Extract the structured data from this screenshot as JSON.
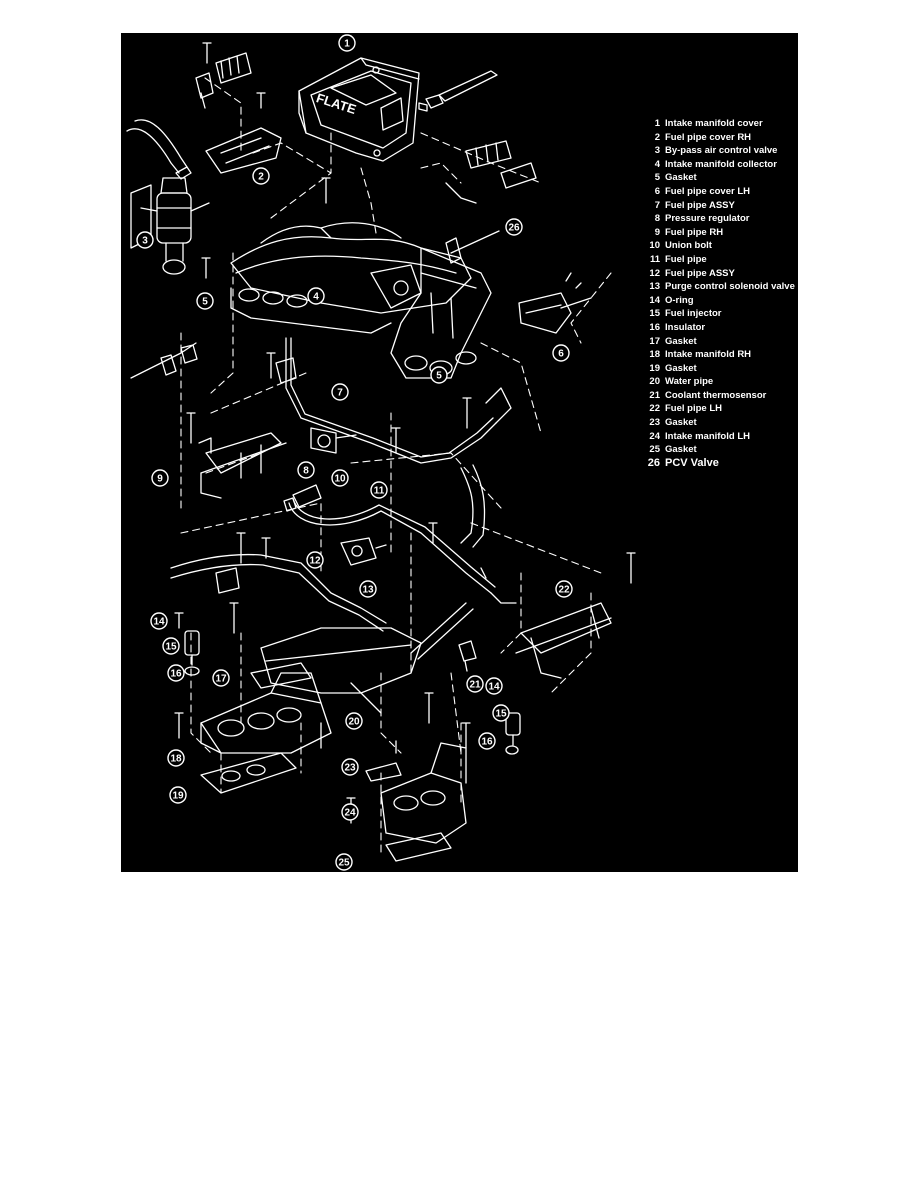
{
  "legend": [
    {
      "num": "1",
      "name": "Intake manifold cover"
    },
    {
      "num": "2",
      "name": "Fuel pipe cover RH"
    },
    {
      "num": "3",
      "name": "By-pass air control valve"
    },
    {
      "num": "4",
      "name": "Intake manifold collector"
    },
    {
      "num": "5",
      "name": "Gasket"
    },
    {
      "num": "6",
      "name": "Fuel pipe cover LH"
    },
    {
      "num": "7",
      "name": "Fuel pipe ASSY"
    },
    {
      "num": "8",
      "name": "Pressure regulator"
    },
    {
      "num": "9",
      "name": "Fuel pipe RH"
    },
    {
      "num": "10",
      "name": "Union bolt"
    },
    {
      "num": "11",
      "name": "Fuel pipe"
    },
    {
      "num": "12",
      "name": "Fuel pipe ASSY"
    },
    {
      "num": "13",
      "name": "Purge control solenoid valve"
    },
    {
      "num": "14",
      "name": "O-ring"
    },
    {
      "num": "15",
      "name": "Fuel injector"
    },
    {
      "num": "16",
      "name": "Insulator"
    },
    {
      "num": "17",
      "name": "Gasket"
    },
    {
      "num": "18",
      "name": "Intake manifold RH"
    },
    {
      "num": "19",
      "name": "Gasket"
    },
    {
      "num": "20",
      "name": "Water pipe"
    },
    {
      "num": "21",
      "name": "Coolant thermosensor"
    },
    {
      "num": "22",
      "name": "Fuel pipe LH"
    },
    {
      "num": "23",
      "name": "Gasket"
    },
    {
      "num": "24",
      "name": "Intake manifold LH"
    },
    {
      "num": "25",
      "name": "Gasket"
    },
    {
      "num": "26",
      "name": "PCV Valve"
    }
  ],
  "callouts": [
    "1",
    "2",
    "3",
    "4",
    "5",
    "5",
    "6",
    "7",
    "8",
    "9",
    "10",
    "11",
    "12",
    "13",
    "14",
    "14",
    "15",
    "15",
    "16",
    "16",
    "17",
    "18",
    "19",
    "20",
    "21",
    "22",
    "23",
    "24",
    "25",
    "26"
  ],
  "cover_badge": "FLATE",
  "colors": {
    "background": "#000000",
    "line": "#ffffff",
    "page": "#ffffff"
  }
}
